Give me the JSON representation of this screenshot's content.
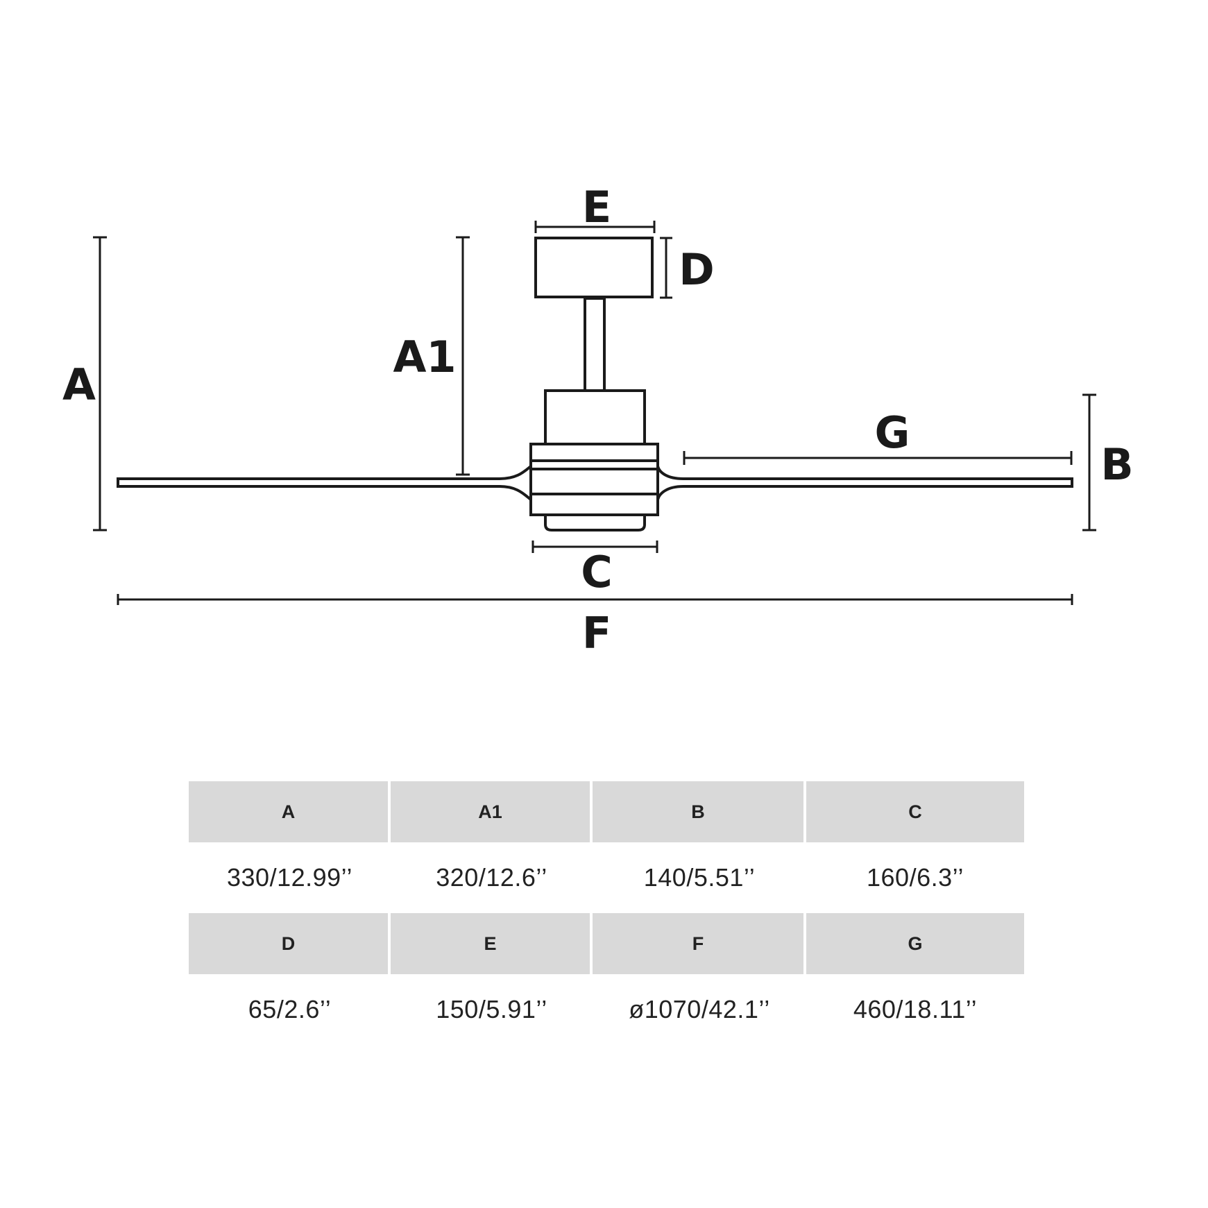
{
  "diagram": {
    "labels": {
      "A": "A",
      "A1": "A1",
      "B": "B",
      "C": "C",
      "D": "D",
      "E": "E",
      "F": "F",
      "G": "G"
    },
    "line_color": "#1a1a1a"
  },
  "table": {
    "header_bg": "#d9d9d9",
    "rows": [
      {
        "headers": [
          "A",
          "A1",
          "B",
          "C"
        ],
        "values": [
          "330/12.99’’",
          "320/12.6’’",
          "140/5.51’’",
          "160/6.3’’"
        ]
      },
      {
        "headers": [
          "D",
          "E",
          "F",
          "G"
        ],
        "values": [
          "65/2.6’’",
          "150/5.91’’",
          "ø1070/42.1’’",
          "460/18.11’’"
        ]
      }
    ]
  }
}
